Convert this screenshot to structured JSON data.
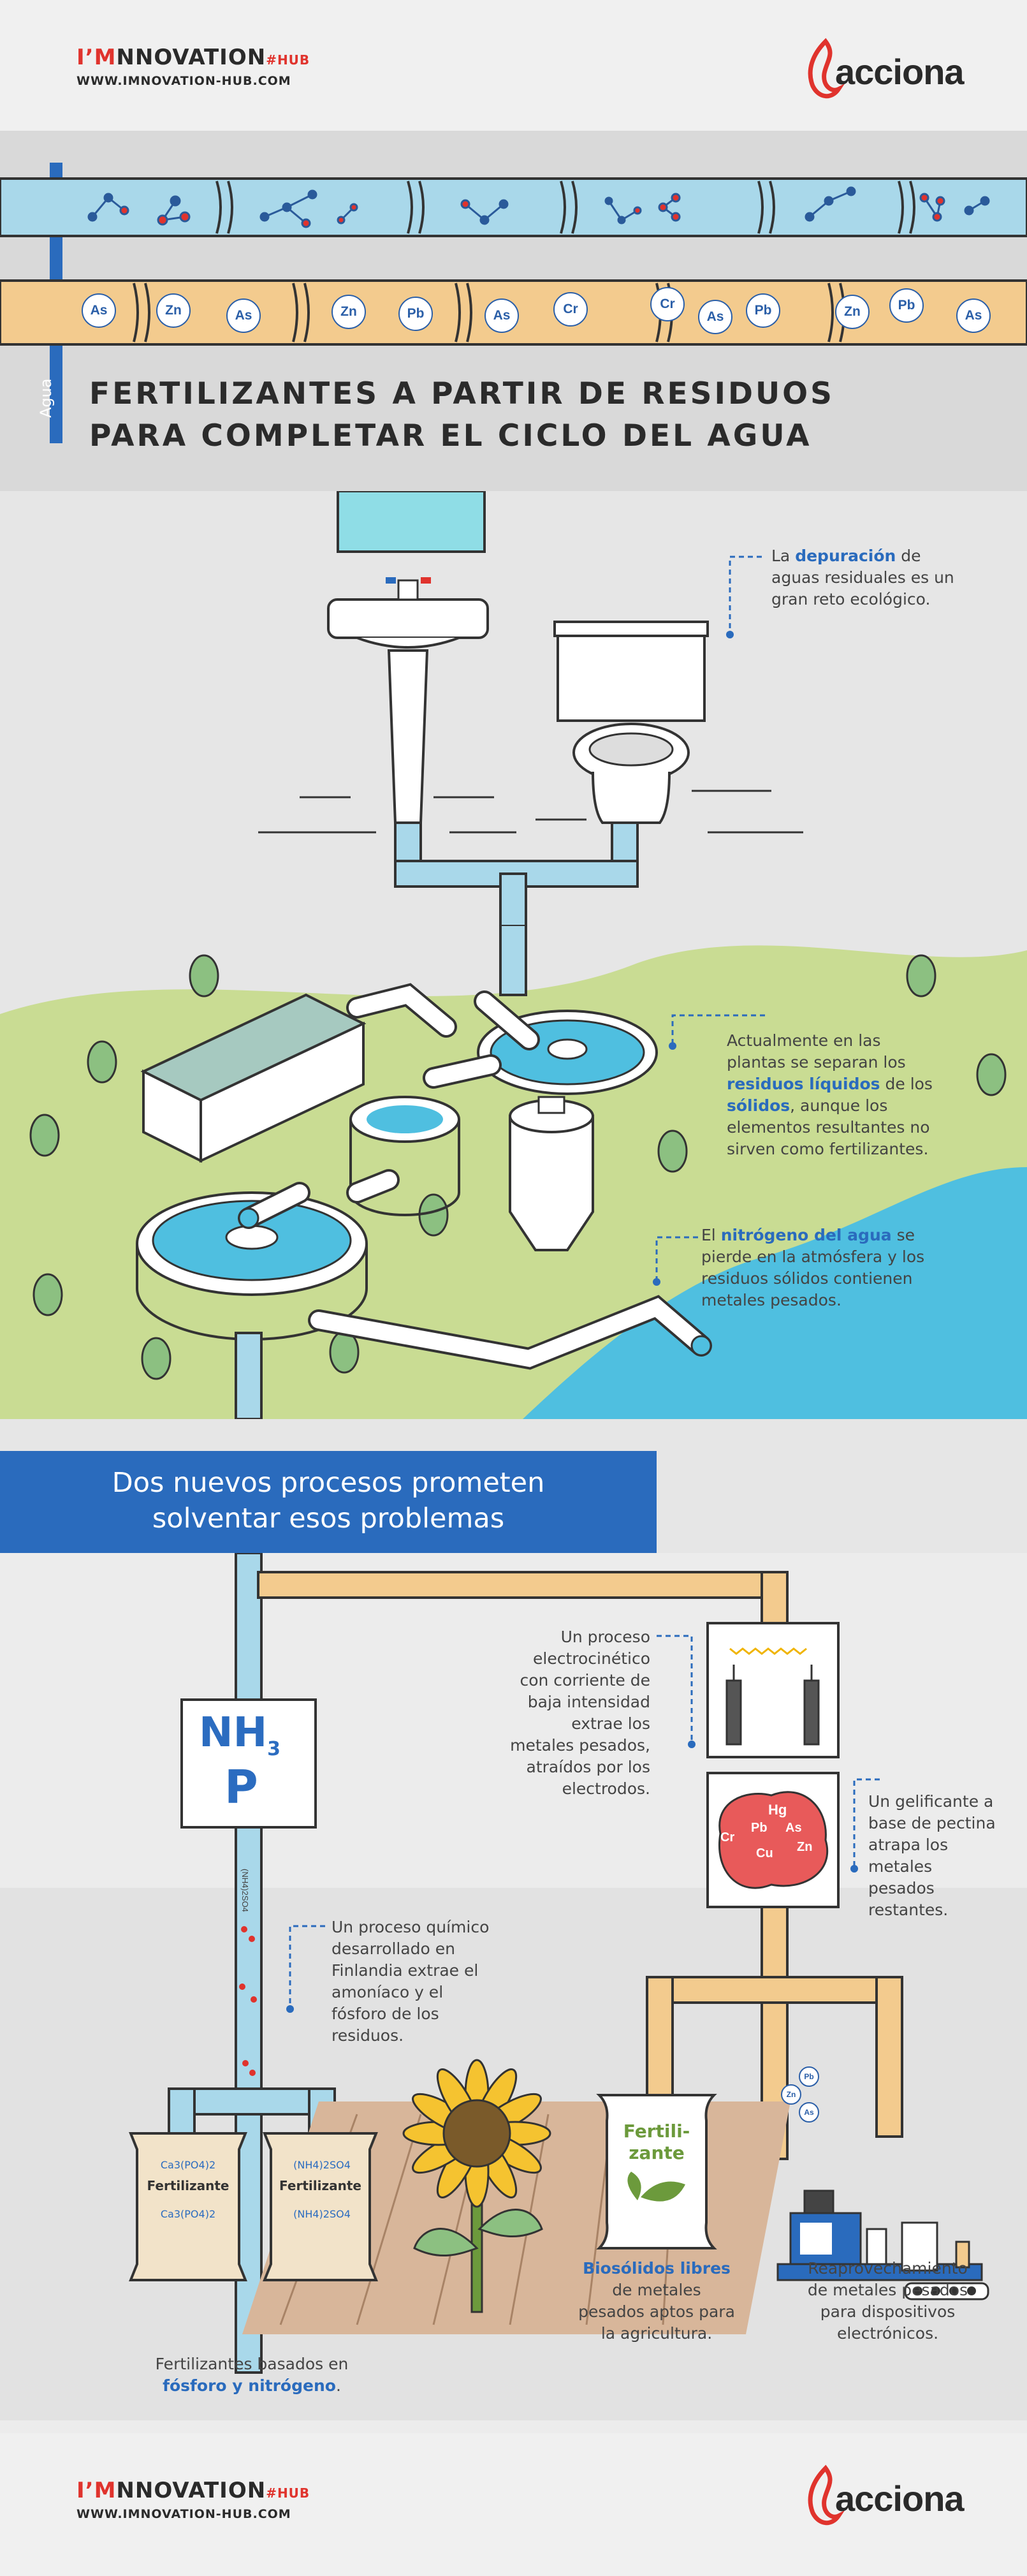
{
  "brand": {
    "name_prefix": "I’M",
    "name_rest": "NNOVATION",
    "hashtag": "#HUB",
    "url": "WWW.IMNOVATION-HUB.COM",
    "partner": "acciona"
  },
  "header": {
    "category": "Agua",
    "title_line1": "FERTILIZANTES A PARTIR DE RESIDUOS",
    "title_line2": "PARA COMPLETAR EL CICLO DEL AGUA"
  },
  "elements": [
    "As",
    "Zn",
    "As",
    "Zn",
    "Pb",
    "As",
    "Cr",
    "Cr",
    "As",
    "Pb",
    "Zn",
    "Pb",
    "As"
  ],
  "notes": {
    "depuracion": {
      "pre": "La ",
      "bold": "depuración",
      "post": " de aguas residuales es un gran reto ecológico."
    },
    "plantas": {
      "p1": "Actualmente en las plantas se separan los ",
      "b1": "residuos líquidos",
      "p2": " de los ",
      "b2": "sólidos",
      "p3": ", aunque los elementos resultantes no sirven como fertilizantes."
    },
    "nitrogeno": {
      "pre": "El ",
      "bold": "nitrógeno del agua",
      "post": " se pierde en la atmósfera y los residuos sólidos contienen metales pesados."
    },
    "electro": "Un proceso electrocinético con corriente de baja intensidad extrae los metales pesados, atraídos por los electrodos.",
    "gelificante": "Un gelificante a base de pectina atrapa los metales pesados restantes.",
    "quimico": "Un proceso químico desarrollado en Finlandia extrae el amoníaco y el fósforo de los residuos.",
    "basados": {
      "pre": "Fertilizantes basados en ",
      "bold": "fósforo y nitrógeno",
      "post": "."
    },
    "biosolidos": {
      "bold": "Biosólidos libres",
      "post": " de metales pesados aptos para la agricultura."
    },
    "reaprov": "Reaprovechamiento de metales pesados para dispositivos electrónicos."
  },
  "banner": {
    "line1": "Dos nuevos procesos prometen",
    "line2": "solventar esos problemas"
  },
  "box": {
    "nh": "NH",
    "sub": "3",
    "p": "P"
  },
  "pipe_label": "(NH4)2SO4",
  "gel_metals": [
    "Hg",
    "Cr",
    "Pb",
    "As",
    "Cu",
    "Zn"
  ],
  "sacks": {
    "left": {
      "label": "Fertilizante",
      "formula_top": "Ca3(PO4)2",
      "formula_bottom": "Ca3(PO4)2"
    },
    "right": {
      "label": "Fertilizante",
      "formula_top": "(NH4)2SO4",
      "formula_bottom": "(NH4)2SO4"
    },
    "big": {
      "label": "Fertili-zante"
    }
  },
  "device_metals": [
    "Pb",
    "Zn",
    "As"
  ],
  "colors": {
    "accent": "#2a6bbd",
    "pipe_blue": "#a9d8ea",
    "pipe_orange": "#f3cb8e",
    "grass": "#c9dc93",
    "water": "#4fbfe0",
    "red": "#e0332d"
  }
}
